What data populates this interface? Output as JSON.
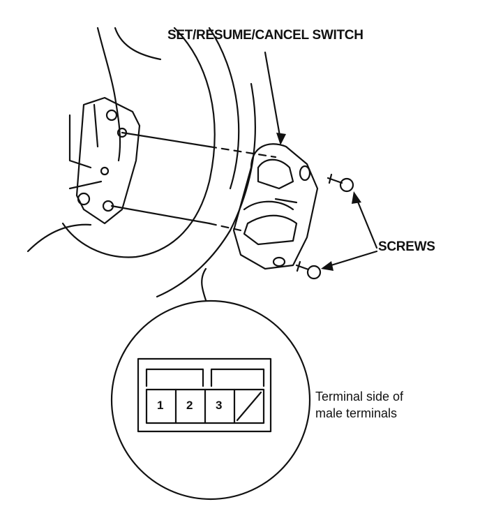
{
  "labels": {
    "switch": "SET/RESUME/CANCEL SWITCH",
    "screws": "SCREWS",
    "terminal_note_line1": "Terminal side of",
    "terminal_note_line2": "male terminals"
  },
  "connector": {
    "pins": [
      "1",
      "2",
      "3"
    ]
  }
}
